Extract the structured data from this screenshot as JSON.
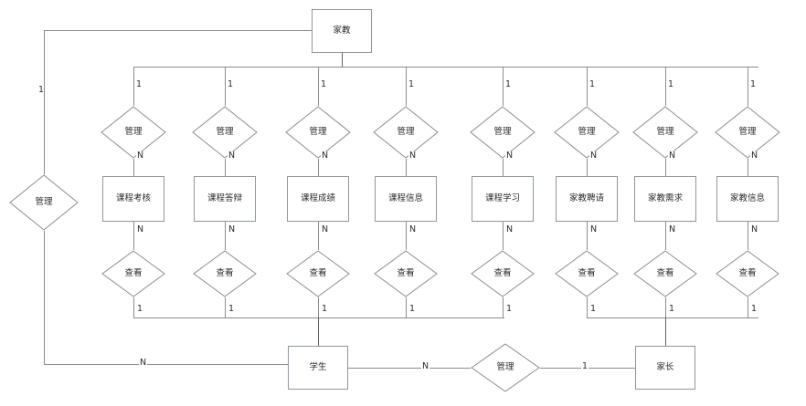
{
  "diagram": {
    "type": "er-diagram",
    "title_entity": "家教",
    "manage_label": "管理",
    "view_label": "查看",
    "student_label": "学生",
    "parent_label": "家长",
    "cardinality_one": "1",
    "cardinality_many": "N",
    "colors": {
      "stroke": "#8a8d91",
      "entity_border": "#9195a0",
      "text": "#2b2b2b",
      "background": "#ffffff"
    },
    "columns": [
      {
        "manage": "管理",
        "entity": "课程考核",
        "view": "查看",
        "top_card": "1",
        "mid_card": "N",
        "low_card": "N",
        "bottom_card": "1",
        "group": "student"
      },
      {
        "manage": "管理",
        "entity": "课程答辩",
        "view": "查看",
        "top_card": "1",
        "mid_card": "N",
        "low_card": "N",
        "bottom_card": "1",
        "group": "student"
      },
      {
        "manage": "管理",
        "entity": "课程成绩",
        "view": "查看",
        "top_card": "1",
        "mid_card": "N",
        "low_card": "N",
        "bottom_card": "1",
        "group": "student"
      },
      {
        "manage": "管理",
        "entity": "课程信息",
        "view": "查看",
        "top_card": "1",
        "mid_card": "N",
        "low_card": "N",
        "bottom_card": "1",
        "group": "student"
      },
      {
        "manage": "管理",
        "entity": "课程学习",
        "view": "查看",
        "top_card": "1",
        "mid_card": "N",
        "low_card": "N",
        "bottom_card": "1",
        "group": "student"
      },
      {
        "manage": "管理",
        "entity": "家教聘请",
        "view": "查看",
        "top_card": "1",
        "mid_card": "N",
        "low_card": "N",
        "bottom_card": "1",
        "group": "parent"
      },
      {
        "manage": "管理",
        "entity": "家教需求",
        "view": "查看",
        "top_card": "1",
        "mid_card": "N",
        "low_card": "N",
        "bottom_card": "1",
        "group": "parent"
      },
      {
        "manage": "管理",
        "entity": "家教信息",
        "view": "查看",
        "top_card": "1",
        "mid_card": "N",
        "low_card": "N",
        "bottom_card": "1",
        "group": "parent"
      }
    ],
    "left_branch": {
      "relation": "管理",
      "top_card": "1",
      "bottom_card": "N"
    },
    "bottom_branch": {
      "relation": "管理",
      "left_card": "N",
      "right_card": "1"
    }
  }
}
